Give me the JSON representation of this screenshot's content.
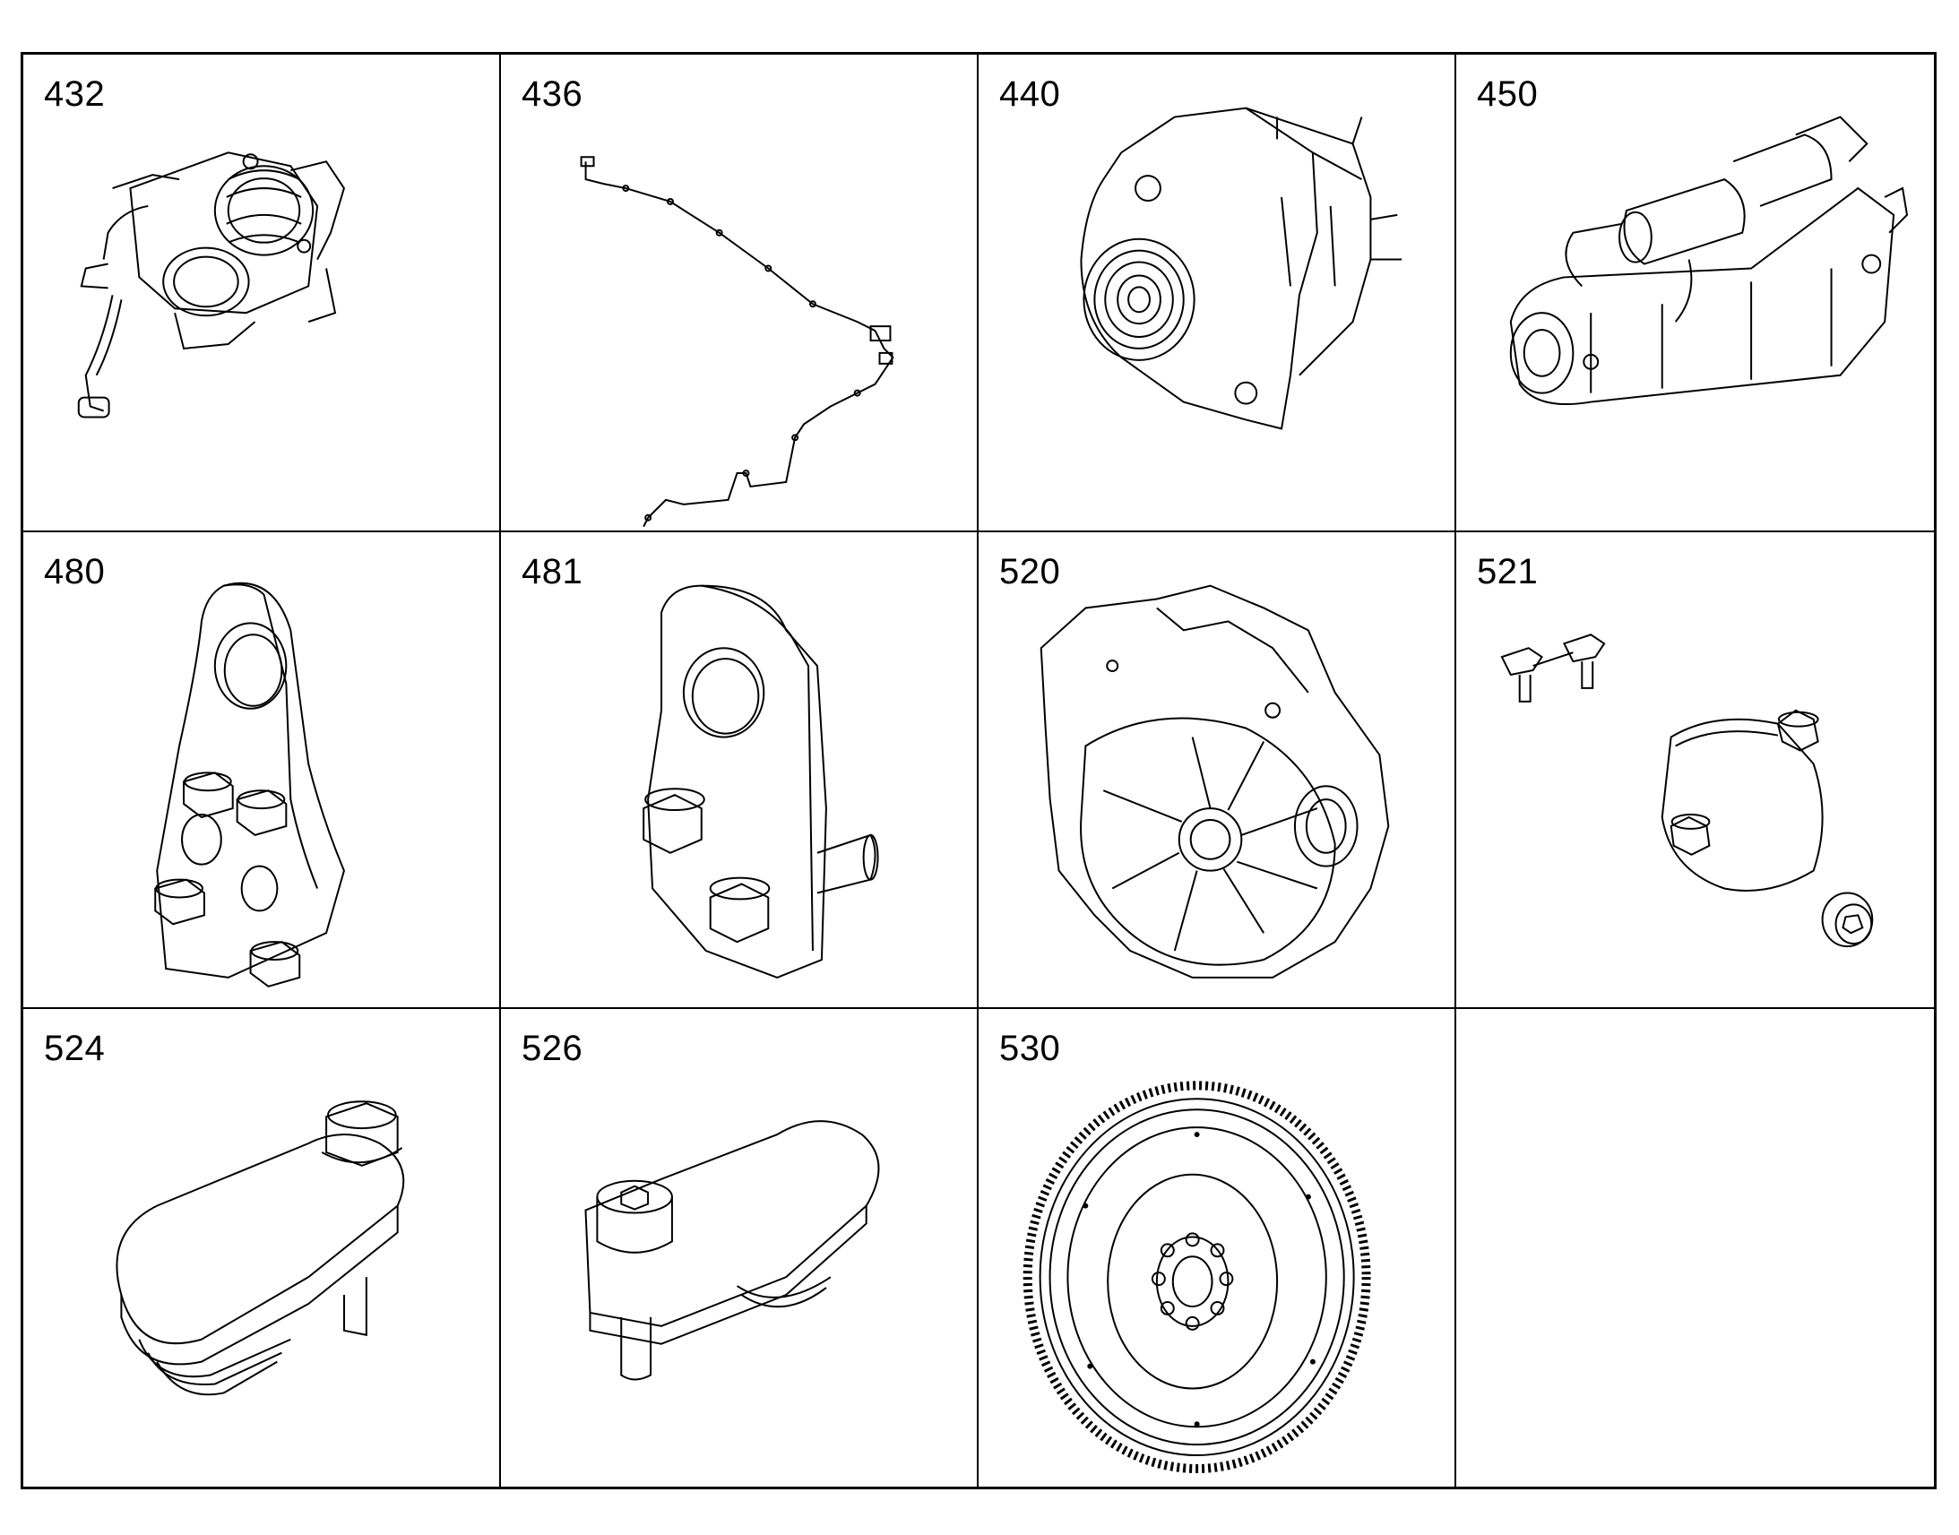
{
  "parts": [
    {
      "number": "432",
      "icon": "turbocharger-icon"
    },
    {
      "number": "436",
      "icon": "wiring-harness-icon"
    },
    {
      "number": "440",
      "icon": "alternator-icon"
    },
    {
      "number": "450",
      "icon": "starter-motor-icon"
    },
    {
      "number": "480",
      "icon": "three-bolt-lifting-bracket-icon"
    },
    {
      "number": "481",
      "icon": "two-bolt-lifting-bracket-icon"
    },
    {
      "number": "520",
      "icon": "flywheel-housing-icon"
    },
    {
      "number": "521",
      "icon": "cover-plate-bolts-icon"
    },
    {
      "number": "524",
      "icon": "sensor-bracket-hex-bolt-icon"
    },
    {
      "number": "526",
      "icon": "sensor-bracket-socket-bolt-icon"
    },
    {
      "number": "530",
      "icon": "flywheel-ring-gear-icon"
    },
    {
      "number": "",
      "icon": ""
    }
  ],
  "colors": {
    "line": "#000000",
    "background": "#ffffff"
  }
}
